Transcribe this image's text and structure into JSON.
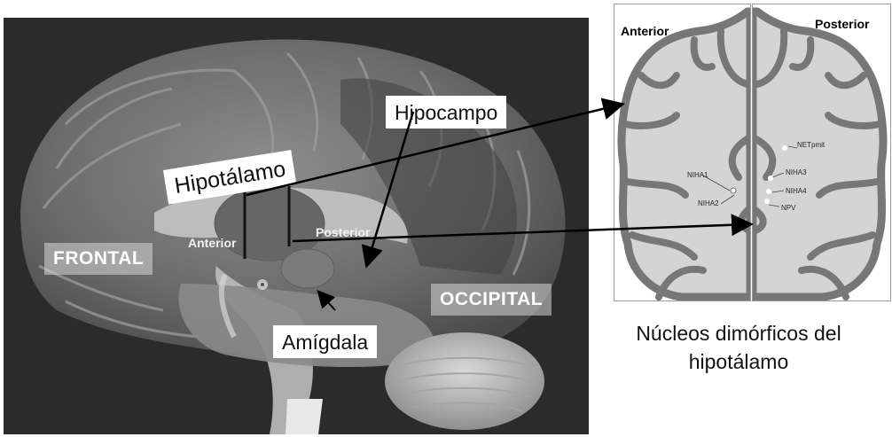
{
  "brain": {
    "hipotalamo_label": "Hipotálamo",
    "hipocampo_label": "Hipocampo",
    "amigdala_label": "Amígdala",
    "frontal_label": "FRONTAL",
    "occipital_label": "OCCIPITAL",
    "anterior_label": "Anterior",
    "posterior_label": "Posterior"
  },
  "sections": {
    "anterior_title": "Anterior",
    "posterior_title": "Posterior",
    "nuclei": {
      "niha1": "NIHA1",
      "niha2": "NIHA2",
      "niha3": "NIHA3",
      "niha4": "NIHA4",
      "netpmit": "NETpmit",
      "npv": "NPV"
    }
  },
  "caption": {
    "line1": "Núcleos dimórficos del",
    "line2": "hipotálamo"
  },
  "colors": {
    "panel_background": "#2b2b2b",
    "cortex": "#6e6e6e",
    "white_matter": "#d9d9d9",
    "hypothalamus_fill": "#6a6a6a",
    "amygdala_fill": "#7a7a7a"
  }
}
